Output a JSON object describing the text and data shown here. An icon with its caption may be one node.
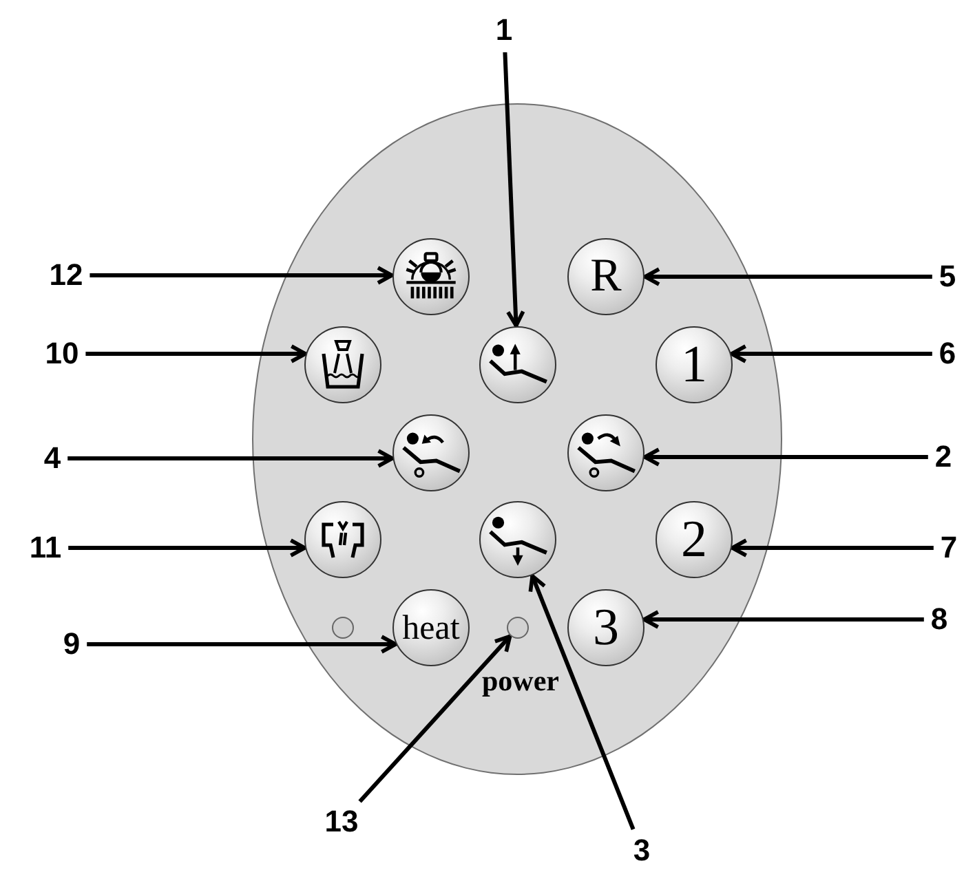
{
  "diagram": {
    "nodes": [
      {
        "text": [
          "1"
        ]
      },
      {
        "text": [],
        "shape": "ellipse"
      },
      {
        "text": [],
        "shape": "circle",
        "in": 1
      },
      {
        "text": [
          "R"
        ],
        "in": 1
      },
      {
        "text": [],
        "shape": "circle",
        "in": 1
      },
      {
        "text": [],
        "shape": "circle",
        "in": 1
      },
      {
        "text": [
          "1"
        ],
        "in": 1
      },
      {
        "text": [],
        "shape": "circle",
        "in": 1
      },
      {
        "text": [],
        "shape": "circle",
        "in": 1
      },
      {
        "text": [],
        "shape": "circle",
        "in": 1
      },
      {
        "text": [],
        "shape": "circle",
        "in": 1
      },
      {
        "text": [
          "2"
        ],
        "in": 1
      },
      {
        "text": [],
        "shape": "circle",
        "in": 1
      },
      {
        "text": [
          "heat"
        ],
        "in": 1
      },
      {
        "text": [],
        "shape": "circle",
        "in": 1
      },
      {
        "text": [
          "3"
        ],
        "in": 1
      },
      {
        "text": [
          "12"
        ]
      },
      {
        "text": [
          "5"
        ]
      },
      {
        "text": [
          "10"
        ]
      },
      {
        "text": [
          "6"
        ]
      },
      {
        "text": [
          "4"
        ]
      },
      {
        "text": [
          "2"
        ]
      },
      {
        "text": [
          "11"
        ]
      },
      {
        "text": [
          "7"
        ]
      },
      {
        "text": [
          "9"
        ]
      },
      {
        "text": [
          "8"
        ]
      },
      {
        "text": [
          "13"
        ]
      },
      {
        "text": [
          "3"
        ]
      }
    ],
    "edges": [
      {
        "from": 0,
        "to": 5,
        "arrow": "to"
      },
      {
        "from": 16,
        "to": 2,
        "arrow": "to"
      },
      {
        "from": 17,
        "to": 3,
        "arrow": "to"
      },
      {
        "from": 18,
        "to": 4,
        "arrow": "to"
      },
      {
        "from": 19,
        "to": 6,
        "arrow": "to"
      },
      {
        "from": 20,
        "to": 7,
        "arrow": "to"
      },
      {
        "from": 21,
        "to": 8,
        "arrow": "to"
      },
      {
        "from": 22,
        "to": 9,
        "arrow": "to"
      },
      {
        "from": 23,
        "to": 11,
        "arrow": "to"
      },
      {
        "from": 24,
        "to": 13,
        "arrow": "to"
      },
      {
        "from": 25,
        "to": 15,
        "arrow": "to"
      },
      {
        "from": 26,
        "to": 14,
        "arrow": "to"
      },
      {
        "from": 27,
        "to": 10,
        "arrow": "to"
      }
    ],
    "labels": [
      "power"
    ]
  }
}
